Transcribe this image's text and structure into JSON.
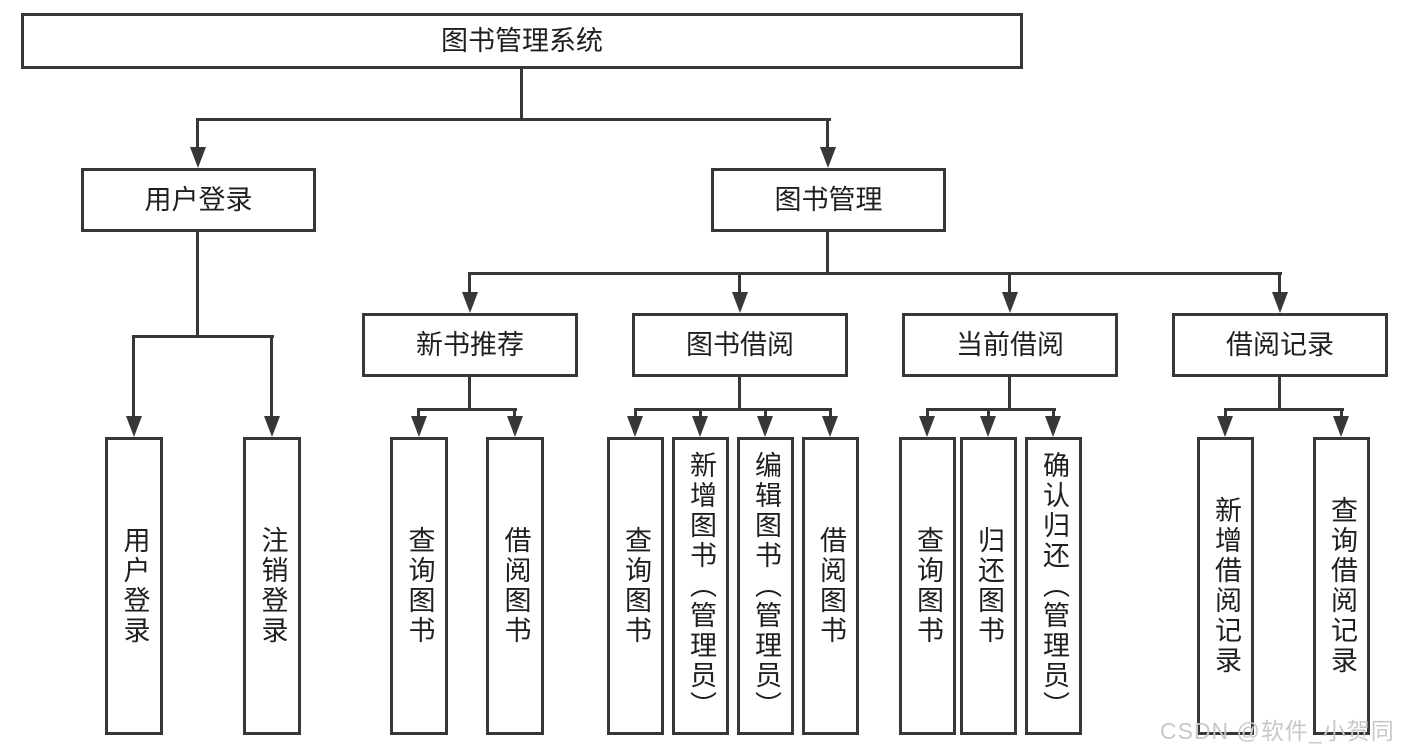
{
  "diagram": {
    "root": {
      "label": "图书管理系统"
    },
    "branches": [
      {
        "label": "用户登录",
        "leaves": [
          {
            "label": "用户登录"
          },
          {
            "label": "注销登录"
          }
        ]
      },
      {
        "label": "图书管理",
        "groups": [
          {
            "label": "新书推荐",
            "leaves": [
              {
                "label": "查询图书"
              },
              {
                "label": "借阅图书"
              }
            ]
          },
          {
            "label": "图书借阅",
            "leaves": [
              {
                "label": "查询图书"
              },
              {
                "label": "新增图书（管理员）"
              },
              {
                "label": "编辑图书（管理员）"
              },
              {
                "label": "借阅图书"
              }
            ]
          },
          {
            "label": "当前借阅",
            "leaves": [
              {
                "label": "查询图书"
              },
              {
                "label": "归还图书"
              },
              {
                "label": "确认归还（管理员）"
              }
            ]
          },
          {
            "label": "借阅记录",
            "leaves": [
              {
                "label": "新增借阅记录"
              },
              {
                "label": "查询借阅记录"
              }
            ]
          }
        ]
      }
    ],
    "watermark": "CSDN @软件_小贺同学",
    "colors": {
      "line": "#373737",
      "text": "#1f1f1f",
      "background": "#ffffff",
      "watermark": "#c8c8c8"
    }
  }
}
